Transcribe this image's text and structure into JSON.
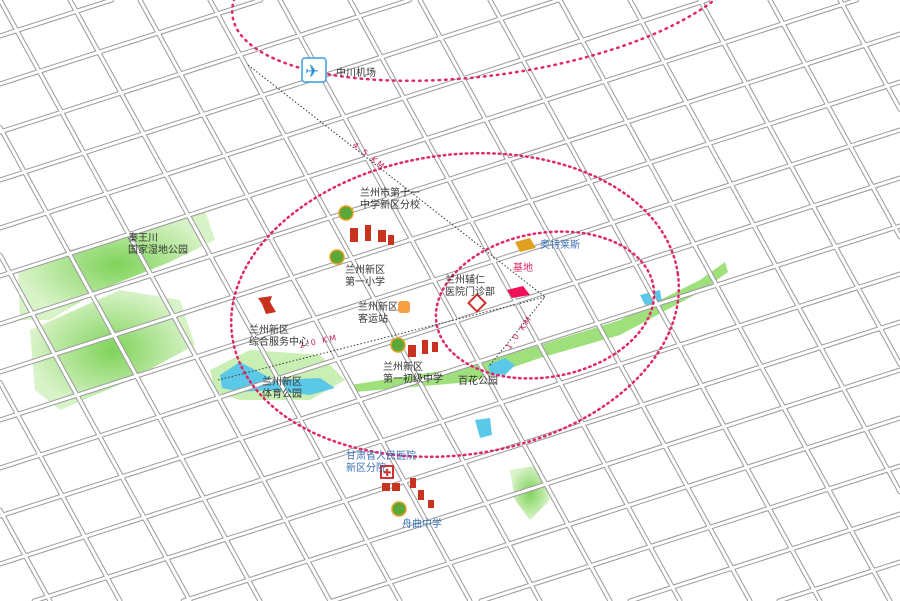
{
  "map": {
    "labels": {
      "airport": "中川机场",
      "wetland_line1": "秦王川",
      "wetland_line2": "国家湿地公园",
      "school11_line1": "兰州市第十一",
      "school11_line2": "中学新区分校",
      "primary_line1": "兰州新区",
      "primary_line2": "第一小学",
      "bus_line1": "兰州新区",
      "bus_line2": "客运站",
      "hospital_line1": "兰州辅仁",
      "hospital_line2": "医院门诊部",
      "outlets": "奥特莱斯",
      "base": "基地",
      "service_line1": "兰州新区",
      "service_line2": "综合服务中心",
      "middle_line1": "兰州新区",
      "middle_line2": "第一初级中学",
      "baihua_park": "百花公园",
      "sports_line1": "兰州新区",
      "sports_line2": "体育公园",
      "prov_hosp_line1": "甘肃省人民医院",
      "prov_hosp_line2": "新区分院",
      "zhouqu_school": "舟曲中学"
    },
    "distances": {
      "airport": "4.5 KM",
      "mid": "2.0 KM",
      "near": "1.0 KM"
    },
    "colors": {
      "ring": "#e0286a",
      "park": "#8fd66a",
      "water": "#5cc8e8",
      "base": "#f0105a",
      "building": "#c8321e",
      "outlets": "#e0a020"
    }
  }
}
